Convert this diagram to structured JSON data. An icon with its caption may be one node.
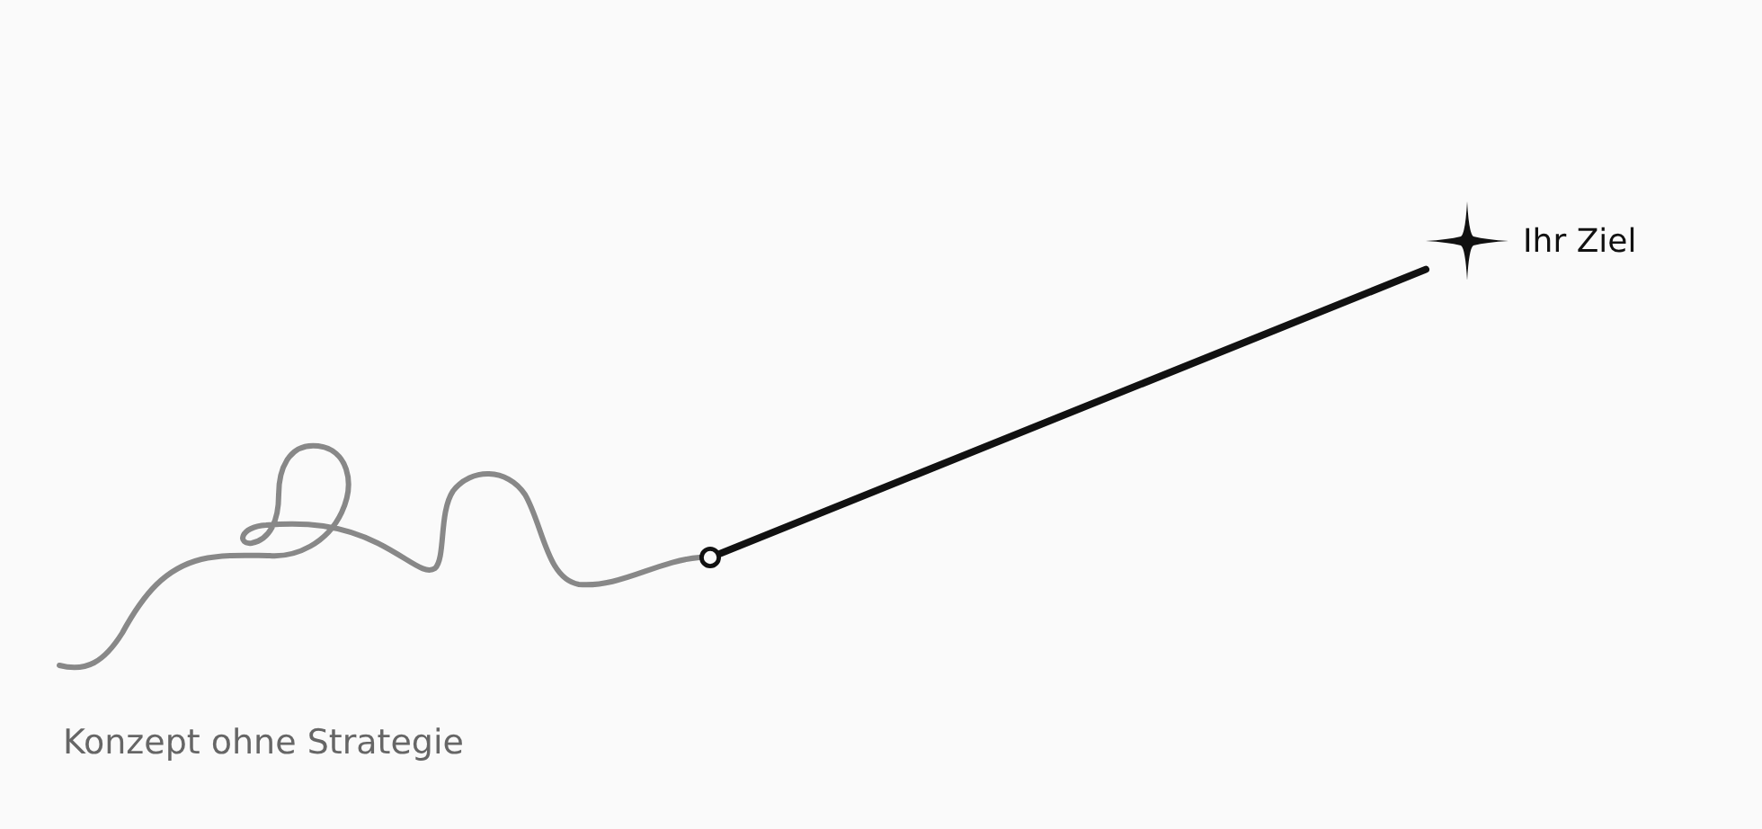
{
  "diagram": {
    "nodes": [
      {
        "text": [],
        "shape": "circle"
      },
      {
        "text": [
          "Ihr Ziel"
        ]
      }
    ],
    "edges": [
      {
        "from": null,
        "to": 0,
        "arrow": "none",
        "color": "#888888"
      },
      {
        "from": 0,
        "to": 1,
        "arrow": "none",
        "color": "#111111"
      }
    ],
    "labels": [
      "Konzept ohne Strategie"
    ]
  }
}
